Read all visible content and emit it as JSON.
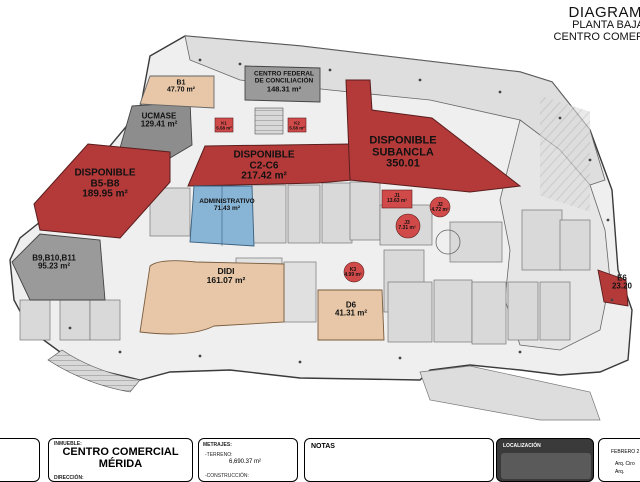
{
  "header": {
    "title": "DIAGRAM",
    "subtitle_1": "PLANTA BAJA",
    "subtitle_2": "CENTRO COMER"
  },
  "spaces": {
    "b1": {
      "name": "B1",
      "area": "47.70 m²"
    },
    "ccf": {
      "name_1": "CENTRO FEDERAL",
      "name_2": "DE CONCILIACIÓN",
      "area": "148.31 m²"
    },
    "ucmase": {
      "name": "UCMASE",
      "area": "129.41 m²"
    },
    "k1": {
      "name": "K1",
      "area": "5.58 m²"
    },
    "k2": {
      "name": "K2",
      "area": "5.58 m²"
    },
    "c2c6": {
      "name_1": "DISPONIBLE",
      "name_2": "C2-C6",
      "area": "217.42 m²"
    },
    "subancla": {
      "name_1": "DISPONIBLE",
      "name_2": "SUBANCLA",
      "area": "350.01"
    },
    "b5b8": {
      "name_1": "DISPONIBLE",
      "name_2": "B5-B8",
      "area": "189.95 m²"
    },
    "admin": {
      "name": "ADMINISTRATIVO",
      "area": "71.43 m²"
    },
    "j1": {
      "name": "J1",
      "area": "13.63 m²"
    },
    "j2": {
      "name": "J2",
      "area": "4.72 m²"
    },
    "j3": {
      "name": "J3",
      "area": "7.31 m²"
    },
    "b9b11": {
      "name": "B9,B10,B11",
      "area": "95.23 m²"
    },
    "didi": {
      "name": "DIDI",
      "area": "161.07 m²"
    },
    "k3": {
      "name": "K3",
      "area": "4.99 m²"
    },
    "d6": {
      "name": "D6",
      "area": "41.31 m²"
    },
    "e6": {
      "name": "E6",
      "area": "23.20"
    }
  },
  "colors": {
    "available": "#b43a3a",
    "occupied": "#8a8a8a",
    "didi": "#e7c7a8",
    "admin": "#88b4d6",
    "kiosk": "#d14a4a",
    "floor": "#ededed",
    "structure": "#c6c6c6"
  },
  "title_block": {
    "inmueble_label": "INMUEBLE:",
    "inmueble_1": "CENTRO COMERCIAL",
    "inmueble_2": "MÉRIDA",
    "direccion_label": "DIRECCIÓN:",
    "metrajes_label": "METRAJES:",
    "terreno_label": "-TERRENO:",
    "terreno_value": "6,690.37 m²",
    "construccion_label": "-CONSTRUCCIÓN:",
    "notas_label": "NOTAS",
    "localizacion_label": "LOCALIZACIÓN",
    "fecha_1": "FEBRERO 2",
    "fecha_2": "Arq. Ciro",
    "fecha_3": "Arq."
  }
}
